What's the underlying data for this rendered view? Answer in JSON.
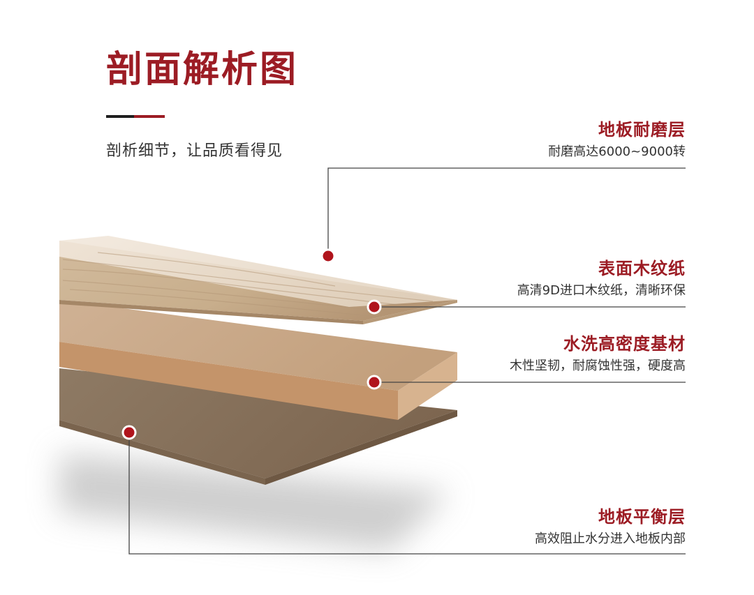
{
  "header": {
    "title": "剖面解析图",
    "subtitle": "剖析细节，让品质看得见"
  },
  "layers": [
    {
      "name": "地板耐磨层",
      "description": "耐磨高达6000~9000转"
    },
    {
      "name": "表面木纹纸",
      "description": "高清9D进口木纹纸，清晰环保"
    },
    {
      "name": "水洗高密度基材",
      "description": "木性坚韧，耐腐蚀性强，硬度高"
    },
    {
      "name": "地板平衡层",
      "description": "高效阻止水分进入地板内部"
    }
  ],
  "colors": {
    "accent": "#9c1c24",
    "text": "#333333",
    "wood_surface": "#d8c3a8",
    "core_board": "#c9a47c",
    "balance_layer": "#8a735c"
  }
}
